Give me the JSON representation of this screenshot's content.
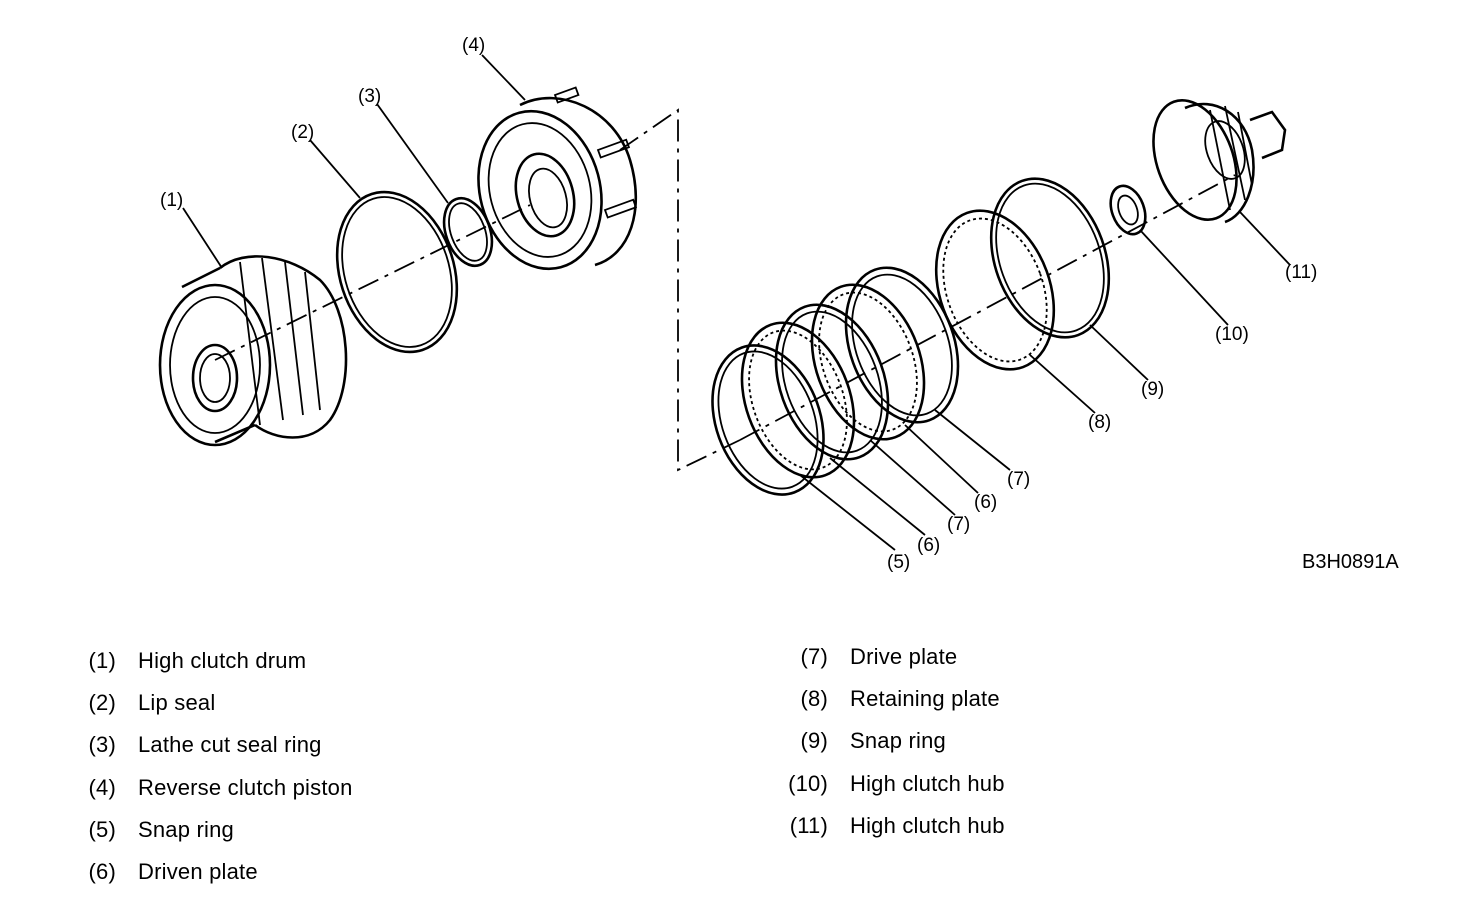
{
  "diagram": {
    "figure_code": "B3H0891A",
    "callouts": [
      "(1)",
      "(2)",
      "(3)",
      "(4)",
      "(5)",
      "(6)",
      "(7)",
      "(6)",
      "(7)",
      "(8)",
      "(9)",
      "(10)",
      "(11)"
    ]
  },
  "legend": {
    "left": [
      {
        "num": "(1)",
        "name": "High clutch drum"
      },
      {
        "num": "(2)",
        "name": "Lip seal"
      },
      {
        "num": "(3)",
        "name": "Lathe cut seal ring"
      },
      {
        "num": "(4)",
        "name": "Reverse clutch piston"
      },
      {
        "num": "(5)",
        "name": "Snap ring"
      },
      {
        "num": "(6)",
        "name": "Driven plate"
      }
    ],
    "right": [
      {
        "num": "(7)",
        "name": "Drive plate"
      },
      {
        "num": "(8)",
        "name": "Retaining plate"
      },
      {
        "num": "(9)",
        "name": "Snap ring"
      },
      {
        "num": "(10)",
        "name": "High clutch hub"
      },
      {
        "num": "(11)",
        "name": "High clutch hub"
      }
    ]
  }
}
